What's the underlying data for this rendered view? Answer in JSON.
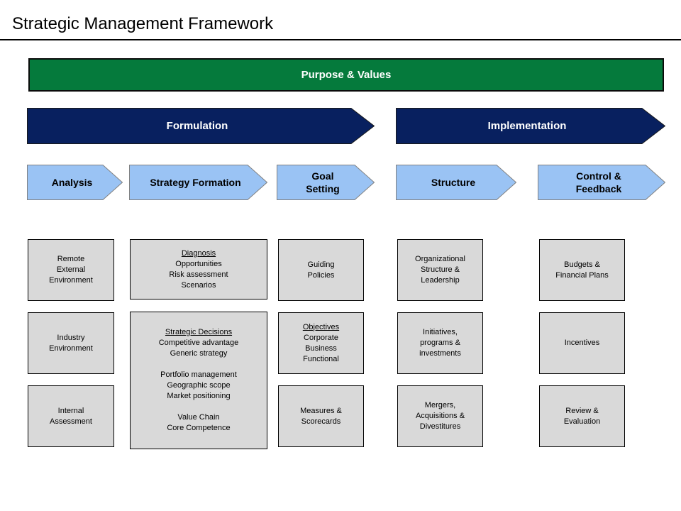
{
  "title": "Strategic Management Framework",
  "banner": {
    "label": "Purpose & Values"
  },
  "phases": [
    {
      "label": "Formulation"
    },
    {
      "label": "Implementation"
    }
  ],
  "columns": [
    {
      "step": "Analysis",
      "boxes": [
        {
          "lines": [
            "Remote",
            "External",
            "Environment"
          ]
        },
        {
          "lines": [
            "Industry",
            "Environment"
          ]
        },
        {
          "lines": [
            "Internal",
            "Assessment"
          ]
        }
      ]
    },
    {
      "step": "Strategy Formation",
      "boxes": [
        {
          "heading": "Diagnosis",
          "lines": [
            "Opportunities",
            "Risk assessment",
            "Scenarios"
          ]
        },
        {
          "heading": "Strategic Decisions",
          "lines": [
            "Competitive advantage",
            "Generic strategy",
            "",
            "Portfolio management",
            "Geographic scope",
            "Market positioning",
            "",
            "Value Chain",
            "Core Competence"
          ]
        }
      ]
    },
    {
      "step": [
        "Goal",
        "Setting"
      ],
      "boxes": [
        {
          "lines": [
            "Guiding",
            "Policies"
          ]
        },
        {
          "heading": "Objectives",
          "lines": [
            "Corporate",
            "Business",
            "Functional"
          ]
        },
        {
          "lines": [
            "Measures &",
            "Scorecards"
          ]
        }
      ]
    },
    {
      "step": "Structure",
      "boxes": [
        {
          "lines": [
            "Organizational",
            "Structure &",
            "Leadership"
          ]
        },
        {
          "lines": [
            "Initiatives,",
            "programs &",
            "investments"
          ]
        },
        {
          "lines": [
            "Mergers,",
            "Acquisitions &",
            "Divestitures"
          ]
        }
      ]
    },
    {
      "step": [
        "Control &",
        "Feedback"
      ],
      "boxes": [
        {
          "lines": [
            "Budgets &",
            "Financial Plans"
          ]
        },
        {
          "lines": [
            "Incentives"
          ]
        },
        {
          "lines": [
            "Review &",
            "Evaluation"
          ]
        }
      ]
    }
  ],
  "colors": {
    "banner_green": "#057A3C",
    "phase_navy": "#08205F",
    "step_blue": "#9AC3F4",
    "step_border": "#808080",
    "box_gray": "#D9D9D9"
  }
}
